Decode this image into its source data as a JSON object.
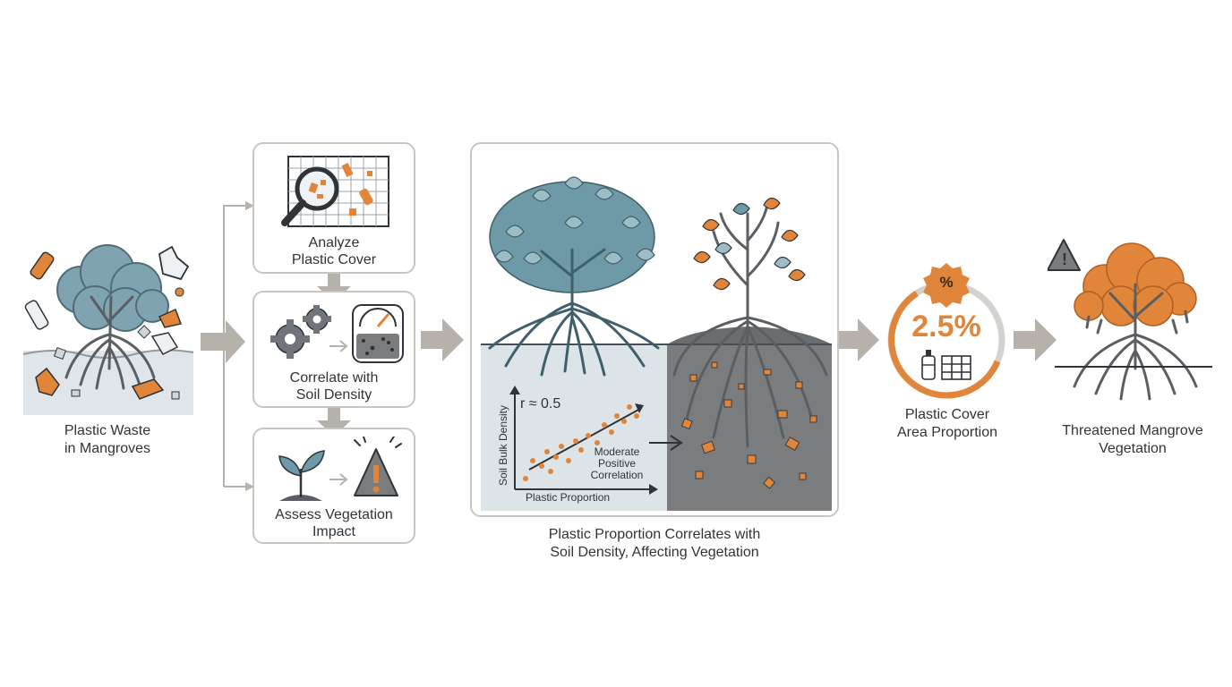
{
  "stage1": {
    "label_line1": "Plastic Waste",
    "label_line2": "in Mangroves"
  },
  "steps": [
    {
      "line1": "Analyze",
      "line2": "Plastic Cover"
    },
    {
      "line1": "Correlate with",
      "line2": "Soil Density"
    },
    {
      "line1": "Assess Vegetation",
      "line2": "Impact"
    }
  ],
  "panel": {
    "caption_line1": "Plastic Proportion Correlates with",
    "caption_line2": "Soil Density, Affecting Vegetation",
    "chart": {
      "r_label": "r ≈ 0.5",
      "y_axis_label": "Soil Bulk Density",
      "x_axis_label": "Plastic Proportion",
      "note_line1": "Moderate",
      "note_line2": "Positive",
      "note_line3": "Correlation"
    }
  },
  "metric": {
    "value": "2.5%",
    "symbol": "%",
    "label_line1": "Plastic Cover",
    "label_line2": "Area Proportion"
  },
  "outcome": {
    "label_line1": "Threatened Mangrove",
    "label_line2": "Vegetation",
    "warning_symbol": "!"
  },
  "colors": {
    "accent_orange": "#e0853a",
    "tree_blue": "#6e9aa8",
    "arrow_gray": "#b6b1ab",
    "soil_dark": "#7a7c7d",
    "water_light": "#dde4e8"
  }
}
